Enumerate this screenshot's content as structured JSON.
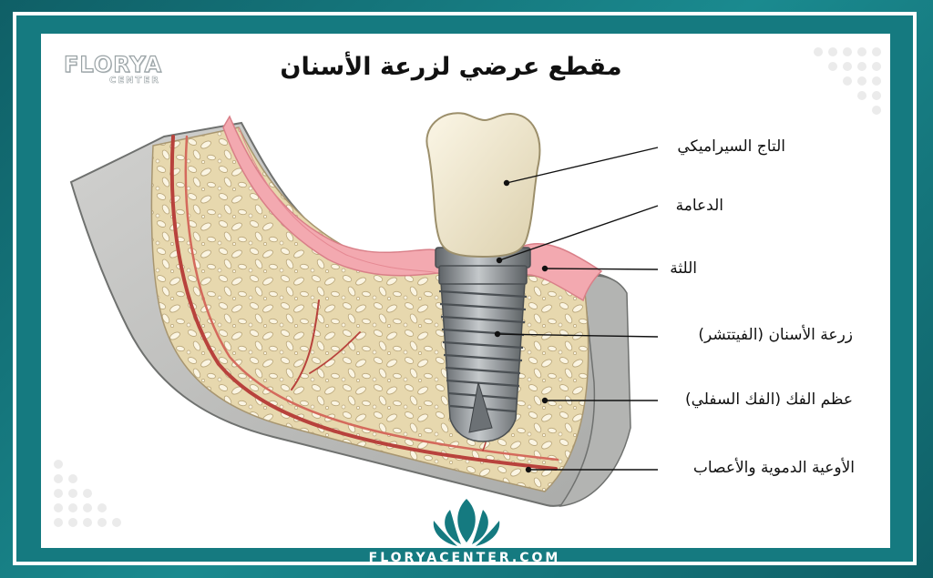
{
  "title": "مقطع عرضي لزرعة الأسنان",
  "brand": {
    "name": "FLORYA",
    "sub": "CENTER",
    "website": "FLORYACENTER.COM"
  },
  "labels": {
    "crown": "التاج السيراميكي",
    "abutment": "الدعامة",
    "gum": "اللثة",
    "implant": "زرعة الأسنان (الفيتتشر)",
    "jawbone": "عظم الفك (الفك السفلي)",
    "vessels": "الأوعية الدموية والأعصاب"
  },
  "colors": {
    "teal": "#157a80",
    "gum": "#f3a9b0",
    "bone": "#e9dcb4",
    "cortical": "#c9c9c7",
    "vessel": "#b8423c",
    "crown": "#f3ecd6",
    "implant": "#8d9296"
  }
}
